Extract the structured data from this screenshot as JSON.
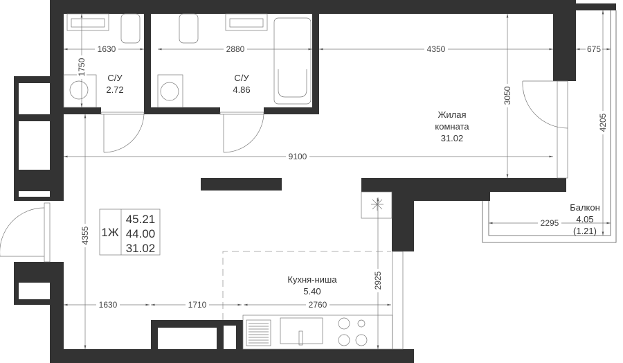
{
  "rooms": {
    "bath1": {
      "name": "С/У",
      "area": "2.72"
    },
    "bath2": {
      "name": "С/У",
      "area": "4.86"
    },
    "living": {
      "name_line1": "Жилая",
      "name_line2": "комната",
      "area": "31.02"
    },
    "kitchen": {
      "name": "Кухня-ниша",
      "area": "5.40"
    },
    "balcony": {
      "name": "Балкон",
      "area": "4.05",
      "reduced_area": "(1.21)"
    }
  },
  "summary": {
    "type": "1Ж",
    "total_area": "45.21",
    "area_without_balcony": "44.00",
    "living_area": "31.02"
  },
  "dimensions": {
    "d1630_top": "1630",
    "d1750": "1750",
    "d2880": "2880",
    "d4350": "4350",
    "d675": "675",
    "d3050": "3050",
    "d4205": "4205",
    "d9100": "9100",
    "d2295": "2295",
    "d4355": "4355",
    "d2925": "2925",
    "d1630_bottom": "1630",
    "d1710": "1710",
    "d2760": "2760"
  }
}
